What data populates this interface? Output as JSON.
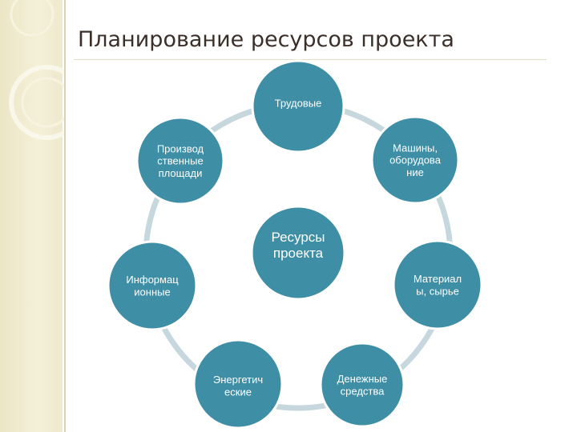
{
  "title": "Планирование ресурсов проекта",
  "colors": {
    "node_fill": "#3e8ea5",
    "connector": "#c7d7de",
    "sidebar": "#f1ecd2",
    "title_text": "#3b2f2a"
  },
  "center": {
    "lines": [
      "Ресурсы",
      "проекта"
    ]
  },
  "nodes": [
    {
      "id": "trudovye",
      "lines": [
        "Трудовые"
      ]
    },
    {
      "id": "mashiny",
      "lines": [
        "Машины,",
        "оборудова",
        "ние"
      ]
    },
    {
      "id": "material",
      "lines": [
        "Материал",
        "ы, сырье"
      ]
    },
    {
      "id": "denezhnye",
      "lines": [
        "Денежные",
        "средства"
      ]
    },
    {
      "id": "energetich",
      "lines": [
        "Энергетич",
        "еские"
      ]
    },
    {
      "id": "informac",
      "lines": [
        "Информац",
        "ионные"
      ]
    },
    {
      "id": "proizvod",
      "lines": [
        "Производ",
        "ственные",
        "площади"
      ]
    }
  ]
}
